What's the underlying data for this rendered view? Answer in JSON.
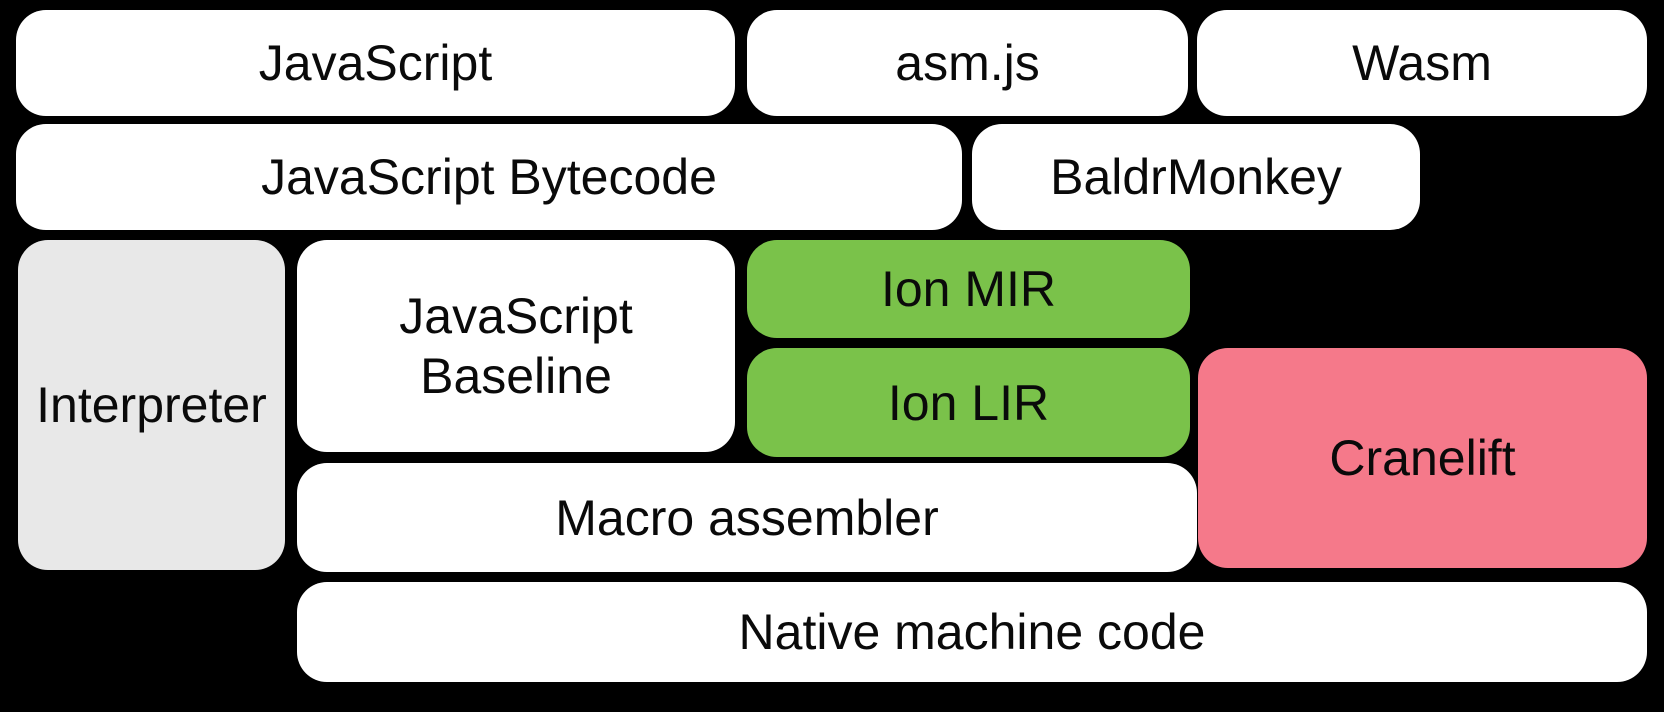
{
  "diagram": {
    "description": "SpiderMonkey / WebAssembly compiler pipeline diagram on black background",
    "colors": {
      "background": "#000000",
      "box_white": "#ffffff",
      "box_gray": "#e8e8e8",
      "box_green": "#7ac24a",
      "box_pink": "#f5798a",
      "text": "#0a0a0a"
    },
    "boxes": {
      "javascript": "JavaScript",
      "asmjs": "asm.js",
      "wasm": "Wasm",
      "bytecode": "JavaScript Bytecode",
      "baldrmonkey": "BaldrMonkey",
      "interpreter": "Interpreter",
      "baseline": "JavaScript Baseline",
      "ion_mir": "Ion MIR",
      "ion_lir": "Ion LIR",
      "cranelift": "Cranelift",
      "macro_assembler": "Macro assembler",
      "native_machine_code": "Native machine code"
    }
  }
}
